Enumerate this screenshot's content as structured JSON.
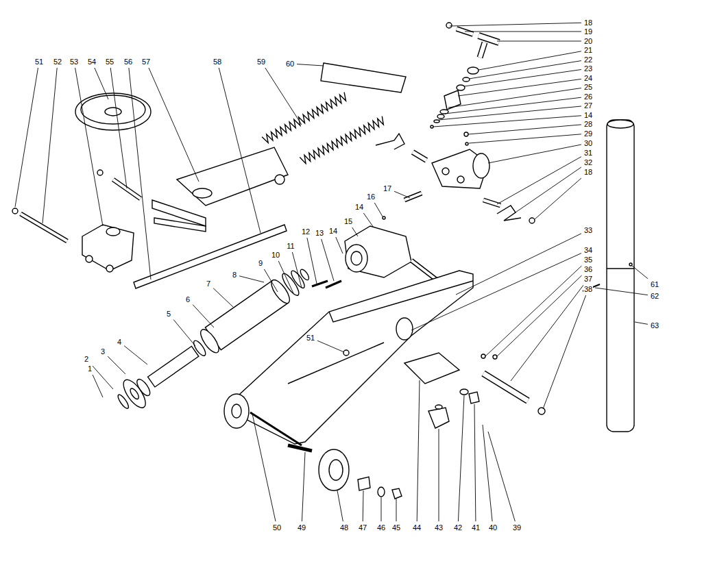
{
  "diagram": {
    "labels": [
      "18",
      "19",
      "20",
      "21",
      "22",
      "23",
      "24",
      "25",
      "26",
      "27",
      "14",
      "28",
      "29",
      "30",
      "31",
      "32",
      "18",
      "51",
      "52",
      "53",
      "54",
      "55",
      "56",
      "57",
      "58",
      "59",
      "60",
      "17",
      "16",
      "14",
      "15",
      "13",
      "14",
      "12",
      "11",
      "10",
      "9",
      "8",
      "7",
      "6",
      "5",
      "4",
      "3",
      "2",
      "1",
      "33",
      "34",
      "35",
      "36",
      "37",
      "38",
      "61",
      "62",
      "63",
      "51",
      "50",
      "49",
      "48",
      "47",
      "46",
      "45",
      "44",
      "43",
      "42",
      "41",
      "40",
      "39"
    ]
  }
}
